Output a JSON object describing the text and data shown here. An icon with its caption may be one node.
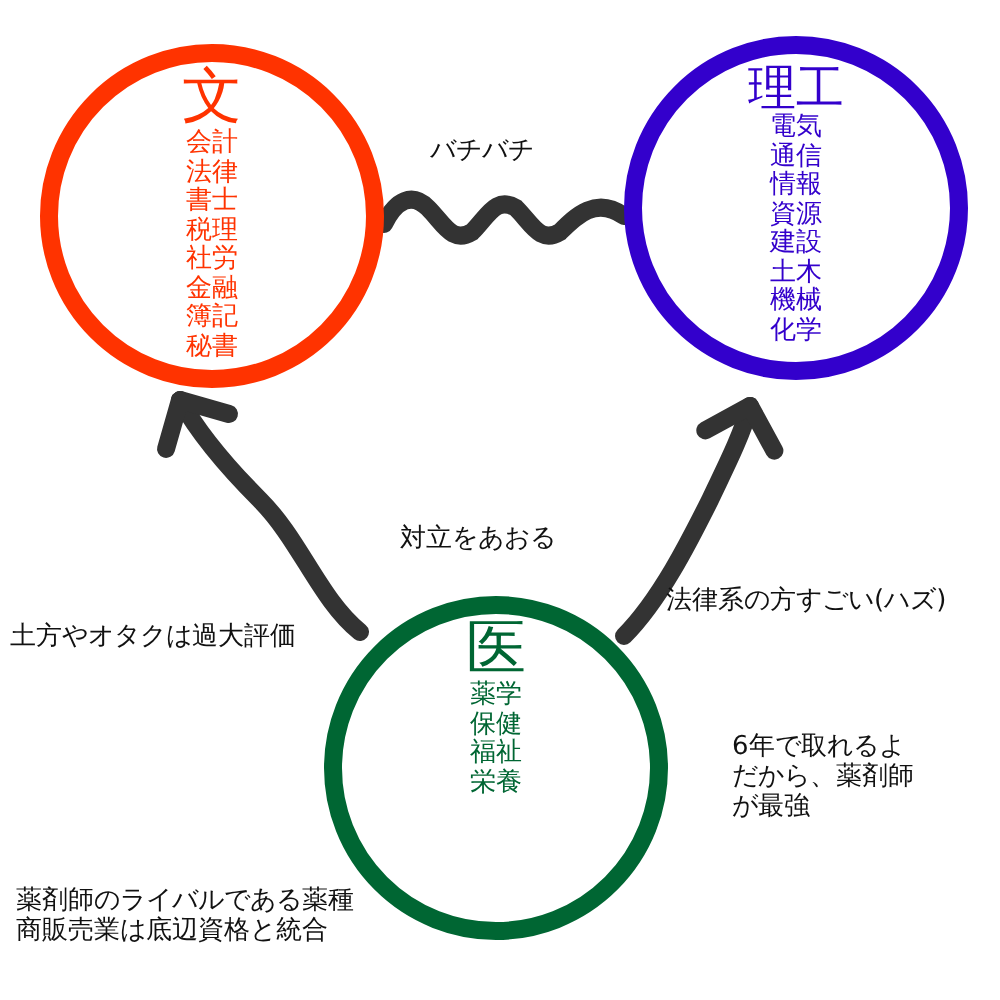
{
  "diagram": {
    "nodes": [
      {
        "text": [
          "文",
          "会計",
          "法律",
          "書士",
          "税理",
          "社労",
          "金融",
          "簿記",
          "秘書"
        ]
      },
      {
        "text": [
          "理工",
          "電気",
          "通信",
          "情報",
          "資源",
          "建設",
          "土木",
          "機械",
          "化学"
        ]
      },
      {
        "text": [
          "医",
          "薬学",
          "保健",
          "福祉",
          "栄養"
        ]
      }
    ],
    "edges": [
      {
        "from": 0,
        "to": 1,
        "arrow": "none",
        "label": "バチバチ"
      },
      {
        "from": 2,
        "to": 0,
        "arrow": "to"
      },
      {
        "from": 2,
        "to": 1,
        "arrow": "to"
      }
    ],
    "labels": [
      "対立をあおる",
      "土方やオタクは過大評価",
      "法律系の方すごい(ハズ)",
      "6年で取れるよだから、薬剤師が最強",
      "薬剤師のライバルである薬種商販売業は底辺資格と統合"
    ]
  }
}
